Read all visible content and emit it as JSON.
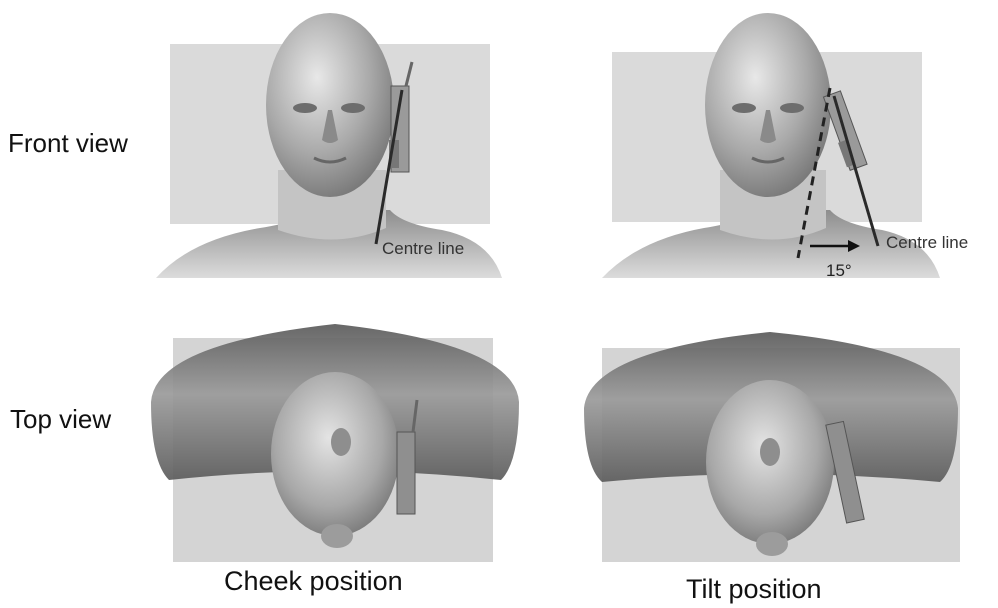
{
  "row_labels": {
    "front": "Front view",
    "top": "Top view"
  },
  "captions": {
    "cheek": "Cheek position",
    "tilt": "Tilt position"
  },
  "annotations": {
    "centre_line": "Centre line",
    "tilt_angle": "15°"
  },
  "colors": {
    "background": "#ffffff",
    "plane": "#d8d8d8",
    "skin": "#b9b9b9",
    "phone": "#8f8f8f",
    "line": "#2a2a2a"
  }
}
